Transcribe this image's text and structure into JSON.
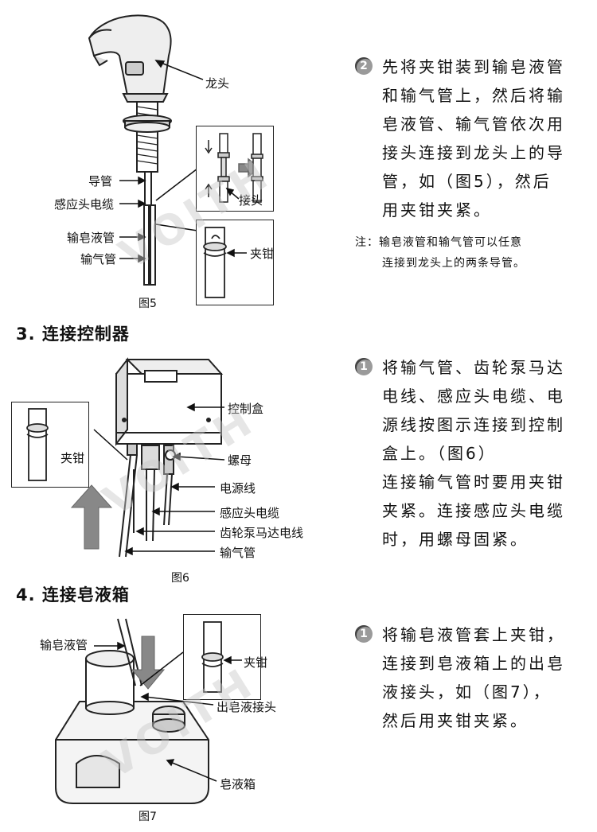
{
  "watermark": "VOITH",
  "figure5": {
    "labels": {
      "faucet": "龙头",
      "guide_tube": "导管",
      "sensor_cable": "感应头电缆",
      "soap_tube": "输皂液管",
      "air_tube": "输气管",
      "connector": "接头",
      "clamp": "夹钳"
    },
    "caption": "图5"
  },
  "step2": {
    "number": "2",
    "lines": [
      "先将夹钳装到输皂液管",
      "和输气管上，然后将输",
      "皂液管、输气管依次用",
      "接头连接到龙头上的导",
      "管，如（图5），然后",
      "用夹钳夹紧。"
    ]
  },
  "note": {
    "lines": [
      "注：输皂液管和输气管可以任意",
      "连接到龙头上的两条导管。"
    ]
  },
  "section3": {
    "heading": "3. 连接控制器",
    "figure6": {
      "labels": {
        "clamp": "夹钳",
        "control_box": "控制盒",
        "nut": "螺母",
        "power_cord": "电源线",
        "sensor_cable": "感应头电缆",
        "gear_pump_wire": "齿轮泵马达电线",
        "air_tube": "输气管"
      },
      "caption": "图6"
    },
    "step": {
      "number": "1",
      "lines": [
        "将输气管、齿轮泵马达",
        "电线、感应头电缆、电",
        "源线按图示连接到控制",
        "盒上。（图6）",
        "连接输气管时要用夹钳",
        "夹紧。连接感应头电缆",
        "时，用螺母固紧。"
      ]
    }
  },
  "section4": {
    "heading": "4. 连接皂液箱",
    "figure7": {
      "labels": {
        "soap_tube": "输皂液管",
        "clamp": "夹钳",
        "outlet": "出皂液接头",
        "soap_box": "皂液箱"
      },
      "caption": "图7"
    },
    "step": {
      "number": "1",
      "lines": [
        "将输皂液管套上夹钳，",
        "连接到皂液箱上的出皂",
        "液接头，如（图7），",
        "然后用夹钳夹紧。"
      ]
    }
  }
}
